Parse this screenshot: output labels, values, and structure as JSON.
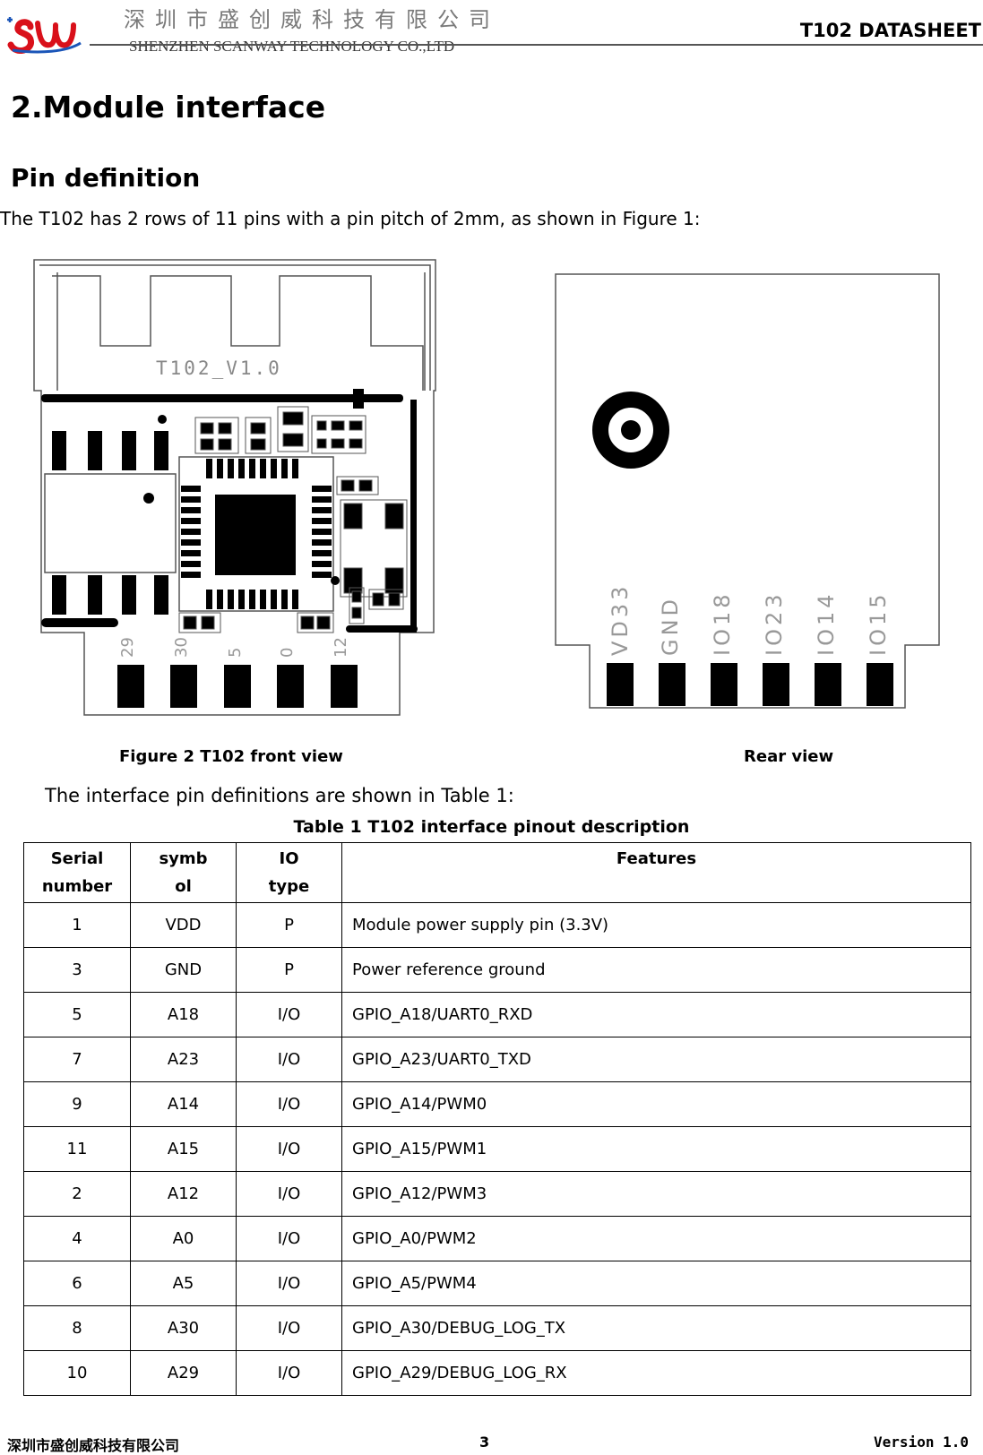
{
  "header": {
    "company_cn": "深圳市盛创威科技有限公司",
    "company_en": "SHENZHEN SCANWAY TECHNOLOGY CO.,LTD",
    "doc_title": "T102  DATASHEET",
    "logo_text": "SW"
  },
  "section_title": "2.Module interface",
  "sub_title": "Pin definition",
  "intro": "The T102 has 2 rows of 11 pins with a pin pitch of 2mm, as shown in Figure 1:",
  "figures": {
    "front_board_label": "T102_V1.0",
    "front_pin_labels": [
      "29",
      "30",
      "5",
      "0",
      "12"
    ],
    "rear_pin_labels": [
      "VD33",
      "GND",
      "IO18",
      "IO23",
      "IO14",
      "IO15"
    ],
    "caption_front": "Figure 2 T102 front view",
    "caption_rear": "Rear view",
    "colors": {
      "ink": "#000000",
      "outline": "#555555"
    }
  },
  "table_intro": "The interface pin definitions are shown in Table 1:",
  "table": {
    "title": "Table 1 T102 interface pinout description",
    "headers": [
      [
        "Serial",
        "number"
      ],
      [
        "symb",
        "ol"
      ],
      [
        "IO",
        "type"
      ],
      [
        "Features"
      ]
    ],
    "rows": [
      [
        "1",
        "VDD",
        "P",
        "Module power supply pin (3.3V)"
      ],
      [
        "3",
        "GND",
        "P",
        "Power reference ground"
      ],
      [
        "5",
        "A18",
        "I/O",
        "GPIO_A18/UART0_RXD"
      ],
      [
        "7",
        "A23",
        "I/O",
        "GPIO_A23/UART0_TXD"
      ],
      [
        "9",
        "A14",
        "I/O",
        "GPIO_A14/PWM0"
      ],
      [
        "11",
        "A15",
        "I/O",
        "GPIO_A15/PWM1"
      ],
      [
        "2",
        "A12",
        "I/O",
        "GPIO_A12/PWM3"
      ],
      [
        "4",
        "A0",
        "I/O",
        "GPIO_A0/PWM2"
      ],
      [
        "6",
        "A5",
        "I/O",
        "GPIO_A5/PWM4"
      ],
      [
        "8",
        "A30",
        "I/O",
        "GPIO_A30/DEBUG_LOG_TX"
      ],
      [
        "10",
        "A29",
        "I/O",
        "GPIO_A29/DEBUG_LOG_RX"
      ]
    ]
  },
  "footer": {
    "company": "深圳市盛创威科技有限公司",
    "page": "3",
    "version": "Version 1.0"
  }
}
